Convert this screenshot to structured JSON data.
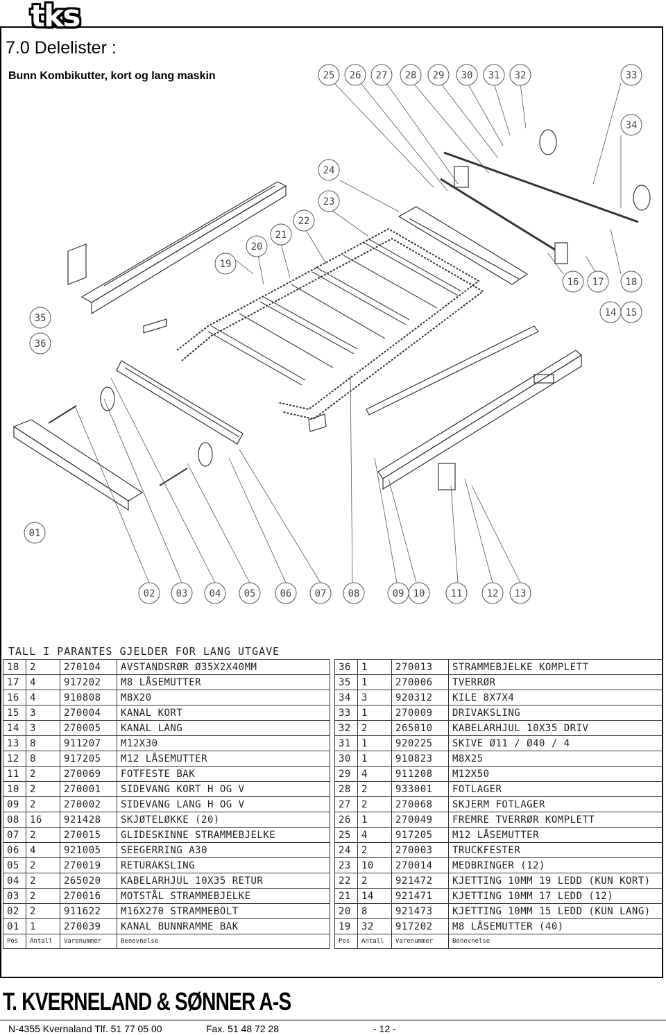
{
  "logo": "tks",
  "section_title": "7.0  Delelister :",
  "subtitle": "Bunn Kombikutter, kort og lang maskin",
  "balloons": [
    "01",
    "02",
    "03",
    "04",
    "05",
    "06",
    "07",
    "08",
    "09",
    "10",
    "11",
    "12",
    "13",
    "14",
    "15",
    "16",
    "17",
    "18",
    "19",
    "20",
    "21",
    "22",
    "23",
    "24",
    "25",
    "26",
    "27",
    "28",
    "29",
    "30",
    "31",
    "32",
    "33",
    "34",
    "35",
    "36"
  ],
  "note": "TALL I PARANTES GJELDER FOR LANG UTGAVE",
  "table_left": {
    "rows": [
      [
        "18",
        "2",
        "270104",
        "AVSTANDSRØR Ø35X2X40MM"
      ],
      [
        "17",
        "4",
        "917202",
        "M8 LÅSEMUTTER"
      ],
      [
        "16",
        "4",
        "910808",
        "M8X20"
      ],
      [
        "15",
        "3",
        "270004",
        "KANAL KORT"
      ],
      [
        "14",
        "3",
        "270005",
        "KANAL LANG"
      ],
      [
        "13",
        "8",
        "911207",
        "M12X30"
      ],
      [
        "12",
        "8",
        "917205",
        "M12 LÅSEMUTTER"
      ],
      [
        "11",
        "2",
        "270069",
        "FOTFESTE BAK"
      ],
      [
        "10",
        "2",
        "270001",
        "SIDEVANG KORT H OG V"
      ],
      [
        "09",
        "2",
        "270002",
        "SIDEVANG LANG H OG V"
      ],
      [
        "08",
        "16",
        "921428",
        "SKJØTELØKKE (20)"
      ],
      [
        "07",
        "2",
        "270015",
        "GLIDESKINNE STRAMMEBJELKE"
      ],
      [
        "06",
        "4",
        "921005",
        "SEEGERRING A30"
      ],
      [
        "05",
        "2",
        "270019",
        "RETURAKSLING"
      ],
      [
        "04",
        "2",
        "265020",
        "KABELARHJUL 10X35 RETUR"
      ],
      [
        "03",
        "2",
        "270016",
        "MOTSTÅL STRAMMEBJELKE"
      ],
      [
        "02",
        "2",
        "911622",
        "M16X270 STRAMMEBOLT"
      ],
      [
        "01",
        "1",
        "270039",
        "KANAL BUNNRAMME BAK"
      ]
    ],
    "header": [
      "Pos",
      "Antall",
      "Varenummer",
      "Benevnelse"
    ]
  },
  "table_right": {
    "rows": [
      [
        "36",
        "1",
        "270013",
        "STRAMMEBJELKE KOMPLETT"
      ],
      [
        "35",
        "1",
        "270006",
        "TVERRØR"
      ],
      [
        "34",
        "3",
        "920312",
        "KILE 8X7X4"
      ],
      [
        "33",
        "1",
        "270009",
        "DRIVAKSLING"
      ],
      [
        "32",
        "2",
        "265010",
        "KABELARHJUL 10X35 DRIV"
      ],
      [
        "31",
        "1",
        "920225",
        "SKIVE Ø11 / Ø40 / 4"
      ],
      [
        "30",
        "1",
        "910823",
        "M8X25"
      ],
      [
        "29",
        "4",
        "911208",
        "M12X50"
      ],
      [
        "28",
        "2",
        "933001",
        "FOTLAGER"
      ],
      [
        "27",
        "2",
        "270068",
        "SKJERM FOTLAGER"
      ],
      [
        "26",
        "1",
        "270049",
        "FREMRE TVERRØR KOMPLETT"
      ],
      [
        "25",
        "4",
        "917205",
        "M12 LÅSEMUTTER"
      ],
      [
        "24",
        "2",
        "270003",
        "TRUCKFESTER"
      ],
      [
        "23",
        "10",
        "270014",
        "MEDBRINGER (12)"
      ],
      [
        "22",
        "2",
        "921472",
        "KJETTING 10MM 19 LEDD (KUN KORT)"
      ],
      [
        "21",
        "14",
        "921471",
        "KJETTING 10MM 17 LEDD (12)"
      ],
      [
        "20",
        "8",
        "921473",
        "KJETTING 10MM 15 LEDD (KUN LANG)"
      ],
      [
        "19",
        "32",
        "917202",
        "M8 LÅSEMUTTER (40)"
      ]
    ],
    "header": [
      "Pos",
      "Antall",
      "Varenummer",
      "Benevnelse"
    ]
  },
  "company": "T. KVERNELAND & SØNNER A-S",
  "footer": {
    "address": "N-4355 Kvernaland Tlf. 51 77 05 00",
    "fax": "Fax. 51 48 72 28",
    "page": "- 12 -"
  }
}
